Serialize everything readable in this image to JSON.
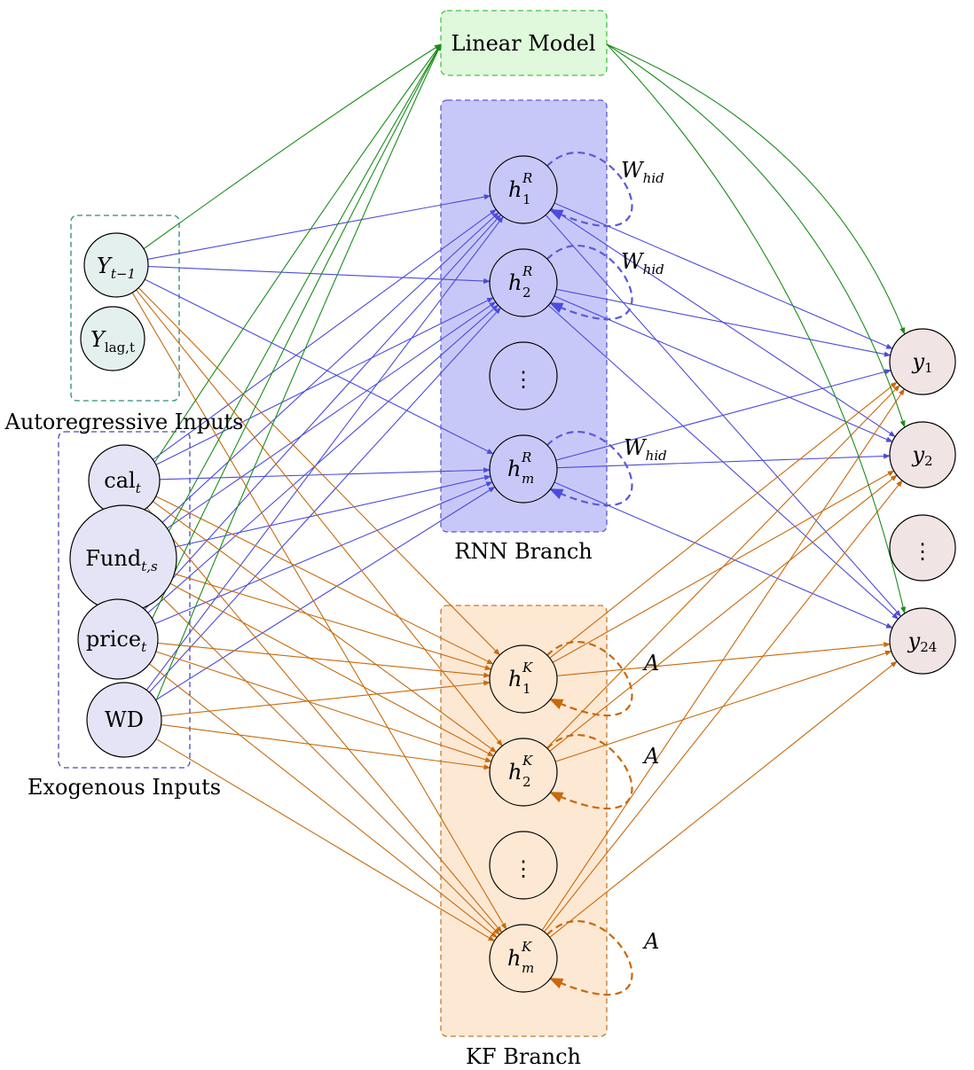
{
  "colors": {
    "rnn_edge": "#4b4bdc",
    "kf_edge": "#c8690a",
    "linear_edge": "#1a8c1a",
    "rnn_box_fill": "#c8c8f8",
    "rnn_box_stroke": "#5a5ad8",
    "kf_box_fill": "#fde8d3",
    "kf_box_stroke": "#c8782a",
    "linear_box_fill": "#e0f8dc",
    "linear_box_stroke": "#3cc83c",
    "ar_group_stroke": "#2a8a7a",
    "exo_group_stroke": "#4a4ab0",
    "ar_node_fill": "#e4f0ee",
    "exo_node_fill": "#e4e4f6",
    "rnn_node_fill": "#c8c8f8",
    "kf_node_fill": "#fde8d3",
    "out_node_fill": "#f0e4e4"
  },
  "linear_model": {
    "label": "Linear Model"
  },
  "groups": {
    "autoregressive": "Autoregressive Inputs",
    "exogenous": "Exogenous Inputs",
    "rnn": "RNN Branch",
    "kf": "KF Branch"
  },
  "inputs": {
    "Y_prev": {
      "base": "Y",
      "sub": "t−1"
    },
    "Y_lag": {
      "base": "Y",
      "sub": "lag,t"
    },
    "cal": {
      "base": "cal",
      "sub": "t"
    },
    "fund": {
      "base": "Fund",
      "sub": "t,s"
    },
    "price": {
      "base": "price",
      "sub": "t"
    },
    "wd": {
      "base": "WD"
    }
  },
  "rnn_nodes": {
    "h1": {
      "base": "h",
      "sup": "R",
      "sub": "1"
    },
    "h2": {
      "base": "h",
      "sup": "R",
      "sub": "2"
    },
    "dots": "⋮",
    "hm": {
      "base": "h",
      "sup": "R",
      "sub": "m"
    },
    "loop_label": {
      "base": "W",
      "sub": "hid"
    }
  },
  "kf_nodes": {
    "h1": {
      "base": "h",
      "sup": "K",
      "sub": "1"
    },
    "h2": {
      "base": "h",
      "sup": "K",
      "sub": "2"
    },
    "dots": "⋮",
    "hm": {
      "base": "h",
      "sup": "K",
      "sub": "m"
    },
    "loop_label": "A"
  },
  "outputs": {
    "y1": {
      "base": "y",
      "sub": "1"
    },
    "y2": {
      "base": "y",
      "sub": "2"
    },
    "dots": "⋮",
    "y24": {
      "base": "y",
      "sub": "24"
    }
  }
}
